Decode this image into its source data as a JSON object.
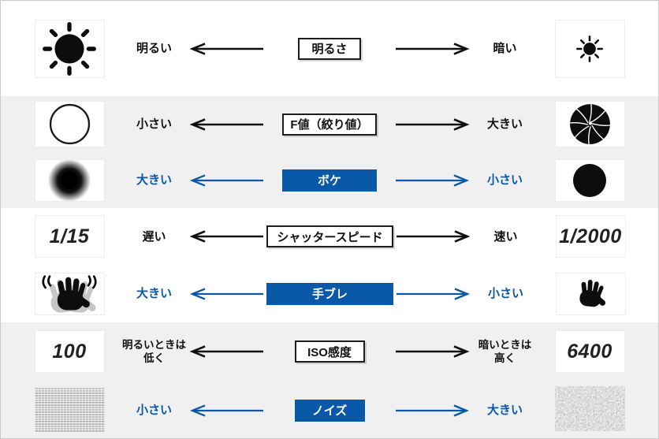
{
  "colors": {
    "accent_blue": "#0a58a8",
    "band_gray": "#f0f0f0",
    "ink": "#111111"
  },
  "bands": [
    {
      "name": "brightness",
      "rows": [
        {
          "style": "black",
          "left_icon": "sun-bright",
          "left_label": "明るい",
          "center": "明るさ",
          "right_label": "暗い",
          "right_icon": "sun-dim"
        }
      ]
    },
    {
      "name": "aperture",
      "rows": [
        {
          "style": "black",
          "left_icon": "aperture-ring-open",
          "left_label": "小さい",
          "center": "F値（絞り値）",
          "right_label": "大きい",
          "right_icon": "aperture-blades-closed"
        },
        {
          "style": "blue",
          "left_icon": "bokeh-large-blur",
          "left_label": "大きい",
          "center": "ボケ",
          "right_label": "小さい",
          "right_icon": "bokeh-small-dot"
        }
      ]
    },
    {
      "name": "shutter-speed",
      "rows": [
        {
          "style": "black",
          "left_value": "1/15",
          "left_label": "遅い",
          "center": "シャッタースピード",
          "right_label": "速い",
          "right_value": "1/2000"
        },
        {
          "style": "blue",
          "left_icon": "hand-shaking",
          "left_label": "大きい",
          "center": "手ブレ",
          "right_label": "小さい",
          "right_icon": "hand-steady"
        }
      ]
    },
    {
      "name": "iso",
      "rows": [
        {
          "style": "black",
          "left_value": "100",
          "left_label": "明るいときは\n低く",
          "center": "ISO感度",
          "right_label": "暗いときは\n高く",
          "right_value": "6400"
        },
        {
          "style": "blue",
          "left_icon": "noise-fine-texture",
          "left_label": "小さい",
          "center": "ノイズ",
          "right_label": "大きい",
          "right_icon": "noise-coarse-texture"
        }
      ]
    }
  ]
}
